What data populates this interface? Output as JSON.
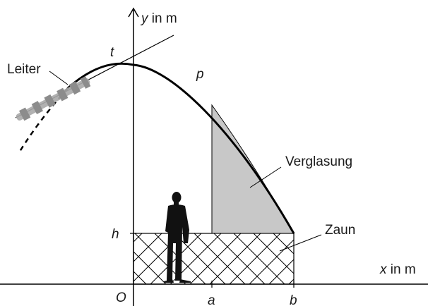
{
  "labels": {
    "y_axis": "y in m",
    "x_axis": "x in m",
    "origin": "O",
    "tangent": "t",
    "parabola": "p",
    "ladder": "Leiter",
    "glazing": "Verglasung",
    "fence": "Zaun",
    "h": "h",
    "a": "a",
    "b": "b"
  },
  "colors": {
    "line": "#000000",
    "glazing_fill": "#c8c8c8",
    "ladder_fill": "#a8a8a8",
    "person": "#111111"
  }
}
